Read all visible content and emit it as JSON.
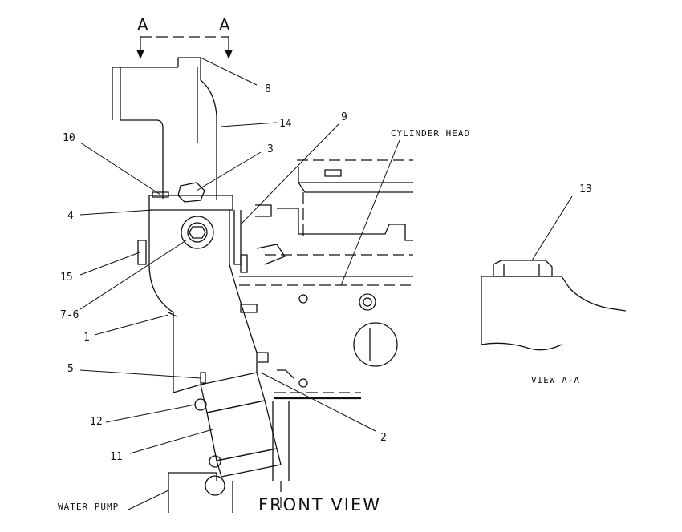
{
  "diagram": {
    "section_marks": [
      "A",
      "A"
    ],
    "callouts": [
      "8",
      "14",
      "9",
      "3",
      "10",
      "4",
      "15",
      "7-6",
      "1",
      "5",
      "12",
      "11",
      "2",
      "13"
    ],
    "labels": {
      "cylinder_head": "CYLINDER HEAD",
      "water_pump": "WATER PUMP",
      "front_view": "FRONT VIEW",
      "view_aa": "VIEW A-A"
    }
  }
}
